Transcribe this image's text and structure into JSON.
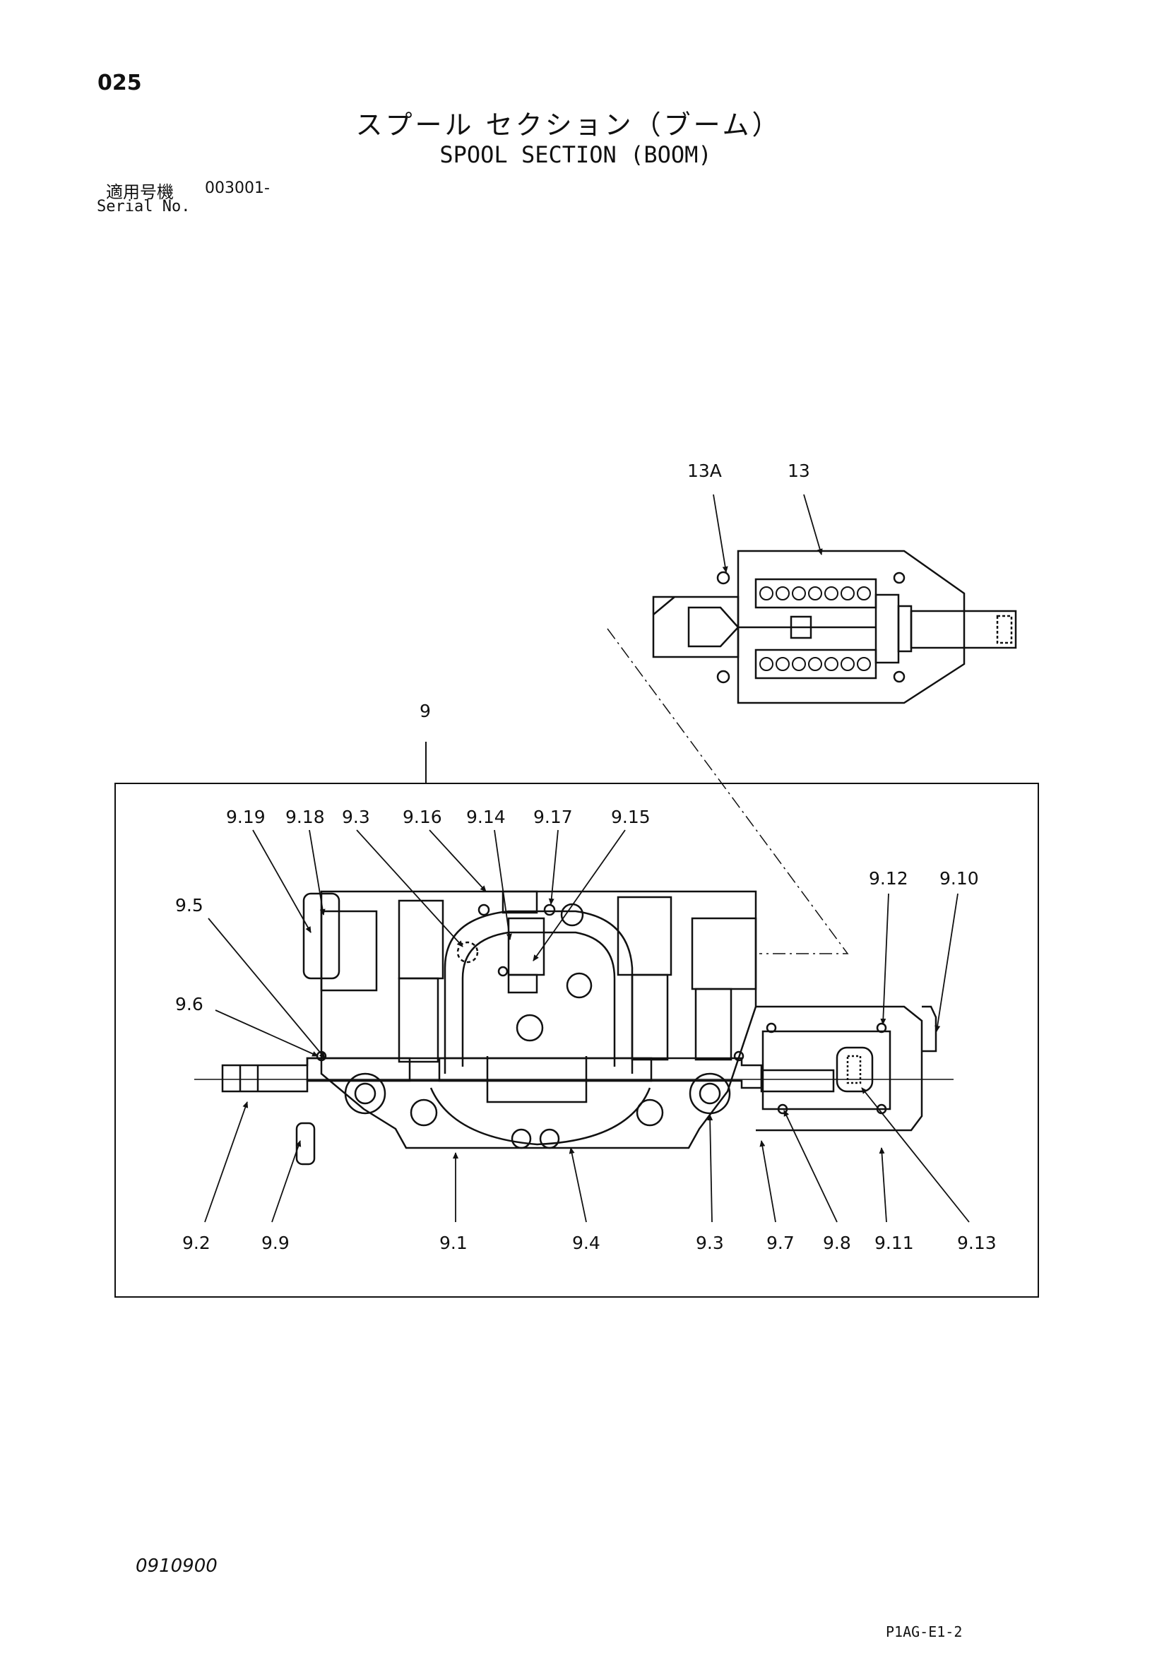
{
  "header": {
    "page_number": "025",
    "title_jp": "スプール セクション（ブーム）",
    "title_en": "SPOOL SECTION (BOOM)",
    "serial_label_jp": "適用号機",
    "serial_code": "003001-",
    "serial_label_en": "Serial No."
  },
  "callouts": {
    "c13a": "13A",
    "c13": "13",
    "c9": "9",
    "c9_19": "9.19",
    "c9_18": "9.18",
    "c9_3_top": "9.3",
    "c9_16": "9.16",
    "c9_14": "9.14",
    "c9_17": "9.17",
    "c9_15": "9.15",
    "c9_12": "9.12",
    "c9_10": "9.10",
    "c9_5": "9.5",
    "c9_6": "9.6",
    "c9_2": "9.2",
    "c9_9": "9.9",
    "c9_1": "9.1",
    "c9_4": "9.4",
    "c9_3_bottom": "9.3",
    "c9_7": "9.7",
    "c9_8": "9.8",
    "c9_11": "9.11",
    "c9_13": "9.13"
  },
  "footer": {
    "doc_number": "0910900",
    "sheet_code": "P1AG-E1-2"
  }
}
